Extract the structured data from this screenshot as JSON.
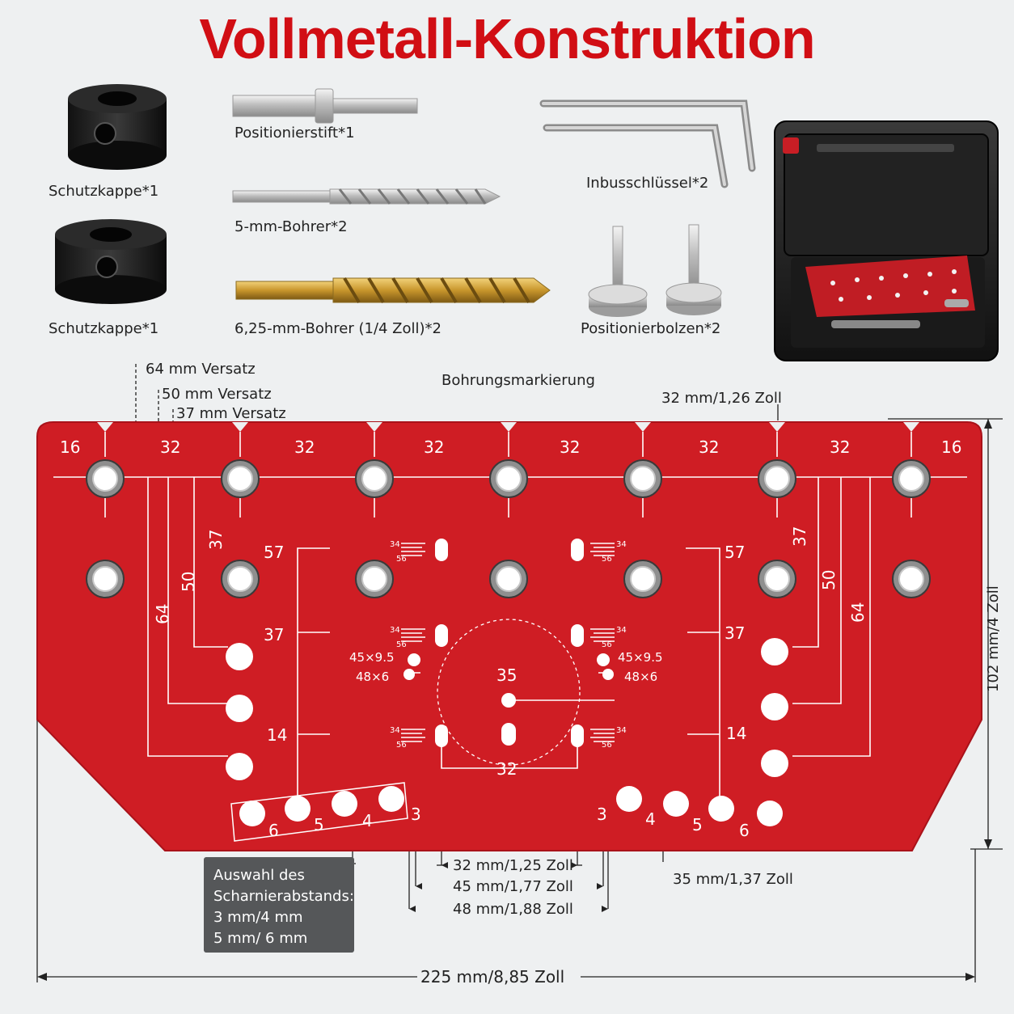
{
  "title": "Vollmetall-Konstruktion",
  "colors": {
    "title": "#d10e14",
    "plate": "#cf1d24",
    "plate_edge": "#a9121a",
    "engrave": "#ffffff",
    "dim_line": "#222222"
  },
  "components": {
    "collar_1": "Schutzkappe*1",
    "collar_2": "Schutzkappe*1",
    "pin": "Positionierstift*1",
    "drill_5": "5-mm-Bohrer*2",
    "drill_625": "6,25-mm-Bohrer (1/4 Zoll)*2",
    "hex_keys": "Inbusschlüssel*2",
    "bolts": "Positionierbolzen*2"
  },
  "annotations": {
    "offset_64": "64 mm Versatz",
    "offset_50": "50 mm Versatz",
    "offset_37": "37 mm Versatz",
    "hole_mark": "Bohrungsmarkierung",
    "spacing_top": "32 mm/1,26 Zoll",
    "height": "102 mm/4 Zoll",
    "width": "225 mm/8,85 Zoll",
    "dim_32": "32 mm/1,25 Zoll",
    "dim_45": "45 mm/1,77 Zoll",
    "dim_48": "48 mm/1,88 Zoll",
    "dim_35": "35 mm/1,37 Zoll"
  },
  "hinge_box": {
    "line1": "Auswahl des",
    "line2": "Scharnierabstands:",
    "line3": "3 mm/4 mm",
    "line4": "5 mm/ 6 mm"
  },
  "plate": {
    "top_ruler": [
      "16",
      "32",
      "32",
      "32",
      "32",
      "32",
      "32",
      "16"
    ],
    "left_rows": [
      "57",
      "37",
      "14"
    ],
    "right_rows": [
      "57",
      "37",
      "14"
    ],
    "left_offsets": [
      "37",
      "50",
      "64"
    ],
    "right_offsets": [
      "37",
      "50",
      "64"
    ],
    "left_hinge": [
      "6",
      "5",
      "4",
      "3"
    ],
    "right_hinge": [
      "3",
      "4",
      "5",
      "6"
    ],
    "left_cup_1": "45×9.5",
    "left_cup_2": "48×6",
    "right_cup_1": "45×9.5",
    "right_cup_2": "48×6",
    "center_top": "35",
    "center_bottom": "32",
    "scale_34": "34",
    "scale_56": "56"
  }
}
